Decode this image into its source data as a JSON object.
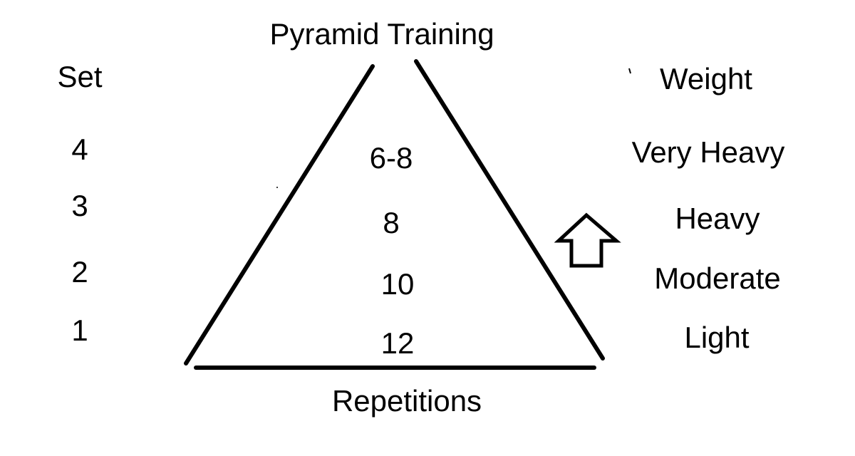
{
  "title": "Pyramid Training",
  "set_header": "Set",
  "weight_header": "Weight",
  "reps_label": "Repetitions",
  "rows": [
    {
      "set": "4",
      "reps": "6-8",
      "weight": "Very Heavy"
    },
    {
      "set": "3",
      "reps": "8",
      "weight": "Heavy"
    },
    {
      "set": "2",
      "reps": "10",
      "weight": "Moderate"
    },
    {
      "set": "1",
      "reps": "12",
      "weight": "Light"
    }
  ],
  "icons": {
    "arrow": "up-arrow-icon"
  },
  "colors": {
    "ink": "#000000",
    "background": "#ffffff"
  }
}
